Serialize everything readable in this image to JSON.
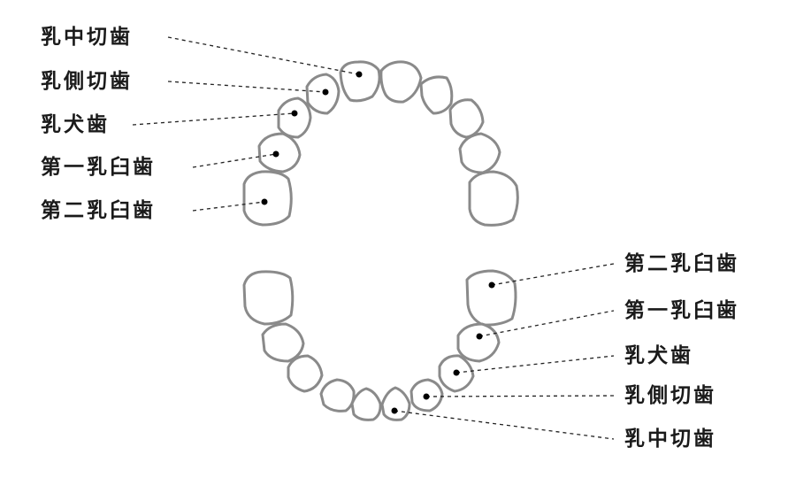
{
  "upper_arch": {
    "labels": {
      "central_incisor": "乳中切歯",
      "lateral_incisor": "乳側切歯",
      "canine": "乳犬歯",
      "first_molar": "第一乳臼歯",
      "second_molar": "第二乳臼歯"
    }
  },
  "lower_arch": {
    "labels": {
      "second_molar": "第二乳臼歯",
      "first_molar": "第一乳臼歯",
      "canine": "乳犬歯",
      "lateral_incisor": "乳側切歯",
      "central_incisor": "乳中切歯"
    }
  }
}
